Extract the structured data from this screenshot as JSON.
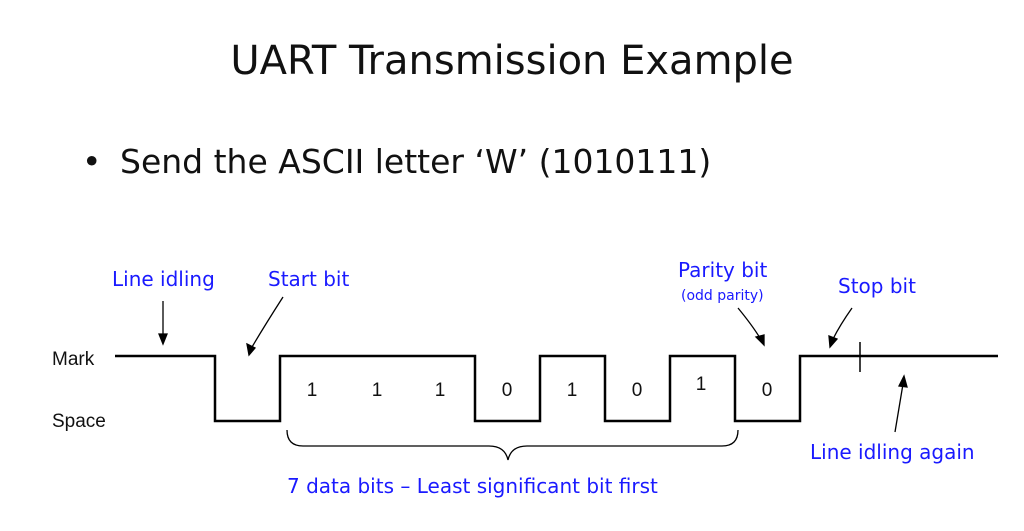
{
  "title": "UART Transmission Example",
  "bullet": {
    "marker": "•",
    "text": "Send the ASCII letter ‘W’ (1010111)"
  },
  "diagram": {
    "level_labels": {
      "mark": "Mark",
      "space": "Space"
    },
    "annotations": {
      "line_idling": "Line idling",
      "start_bit": "Start bit",
      "parity_bit": "Parity bit",
      "parity_note": "(odd parity)",
      "stop_bit": "Stop bit",
      "line_idling_again": "Line idling again"
    },
    "bits": [
      "1",
      "1",
      "1",
      "0",
      "1",
      "0",
      "1",
      "0"
    ],
    "brace_label": "7 data bits – Least significant bit first",
    "colors": {
      "annotation": "#1a1aff",
      "waveform": "#000000"
    }
  }
}
